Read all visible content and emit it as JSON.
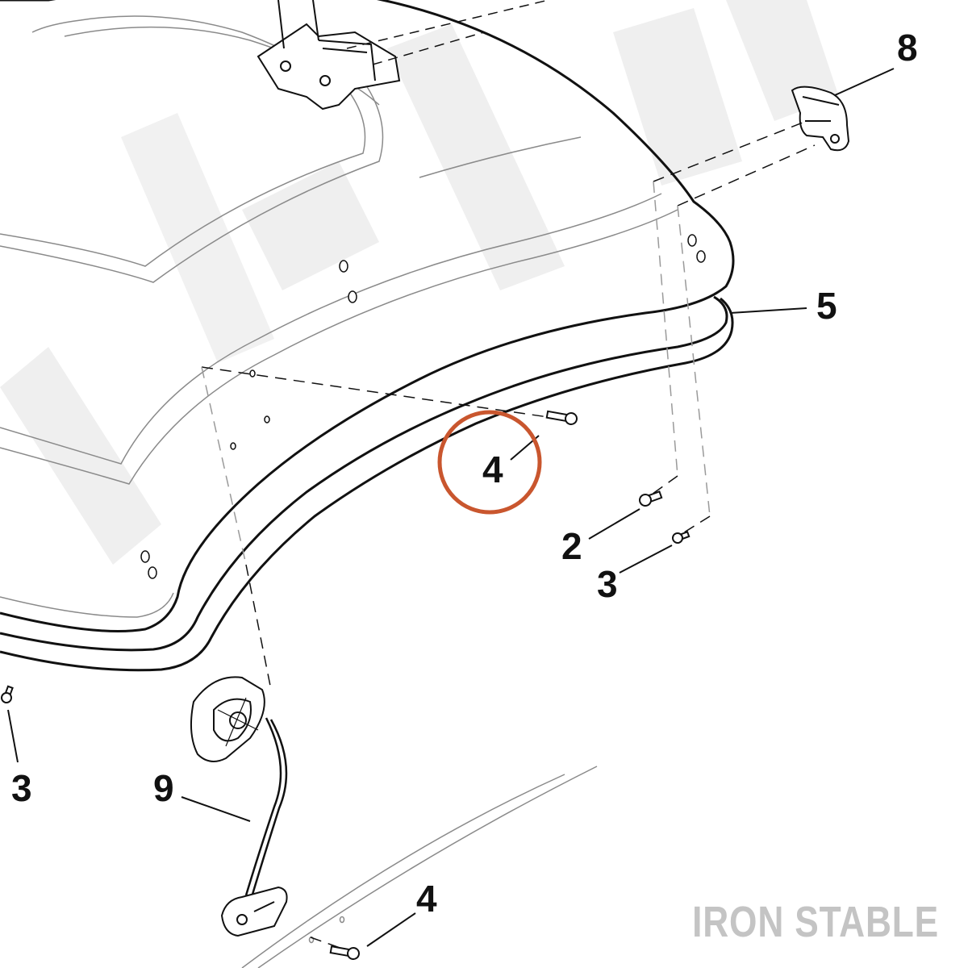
{
  "callouts": {
    "c8": "8",
    "c5": "5",
    "c4_highlighted": "4",
    "c2": "2",
    "c3_right": "3",
    "c3_left": "3",
    "c9": "9",
    "c4_bottom": "4"
  },
  "brand": {
    "text": "IRON STABLE"
  },
  "colors": {
    "line": "#111111",
    "thin_line": "#8a8a8a",
    "highlight_ring": "#c9562e",
    "watermark": "#efefef",
    "brand_text": "#c4c4c4"
  },
  "icons": [
    "screw-icon",
    "latch-bracket-icon",
    "light-module-icon",
    "hinge-bracket-icon"
  ]
}
